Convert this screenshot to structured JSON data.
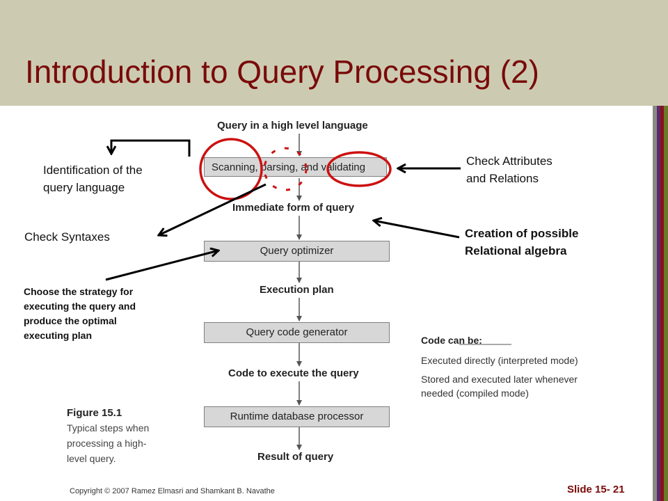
{
  "slide": {
    "title": "Introduction to Query Processing (2)",
    "copyright": "Copyright © 2007 Ramez Elmasri and Shamkant B. Navathe",
    "slide_number": "Slide 15- 21"
  },
  "colors": {
    "header_bg": "#cccbb1",
    "title": "#7a0a0a",
    "annotation_circle": "#cc1111",
    "stripe_gray": "#8a8a82",
    "stripe_purple": "#5b2a6a",
    "stripe_red": "#8a1020",
    "stripe_olive": "#6b7a2a"
  },
  "diagram": {
    "stages": {
      "query_input": "Query in a high level language",
      "immediate_form": "Immediate form of query",
      "execution_plan": "Execution plan",
      "code": "Code to execute the query",
      "result": "Result of query"
    },
    "boxes": {
      "scanning": "Scanning, parsing, and validating",
      "optimizer": "Query optimizer",
      "codegen": "Query code generator",
      "runtime": "Runtime database processor"
    },
    "figure": {
      "label": "Figure 15.1",
      "caption_1": "Typical steps when",
      "caption_2": "processing a high-",
      "caption_3": "level query."
    },
    "code_note": {
      "heading": "Code can be:",
      "line_1": "Executed directly (interpreted mode)",
      "line_2": "Stored and executed later whenever",
      "line_3": "needed (compiled mode)"
    }
  },
  "annotations": {
    "identification_1": "Identification of the",
    "identification_2": "query language",
    "check_attributes_1": "Check Attributes",
    "check_attributes_2": "and Relations",
    "check_syntaxes": "Check Syntaxes",
    "creation_1": "Creation of possible",
    "creation_2": "Relational algebra",
    "strategy_1": "Choose the strategy for",
    "strategy_2": "executing the query and",
    "strategy_3": "produce the optimal",
    "strategy_4": "executing plan"
  }
}
